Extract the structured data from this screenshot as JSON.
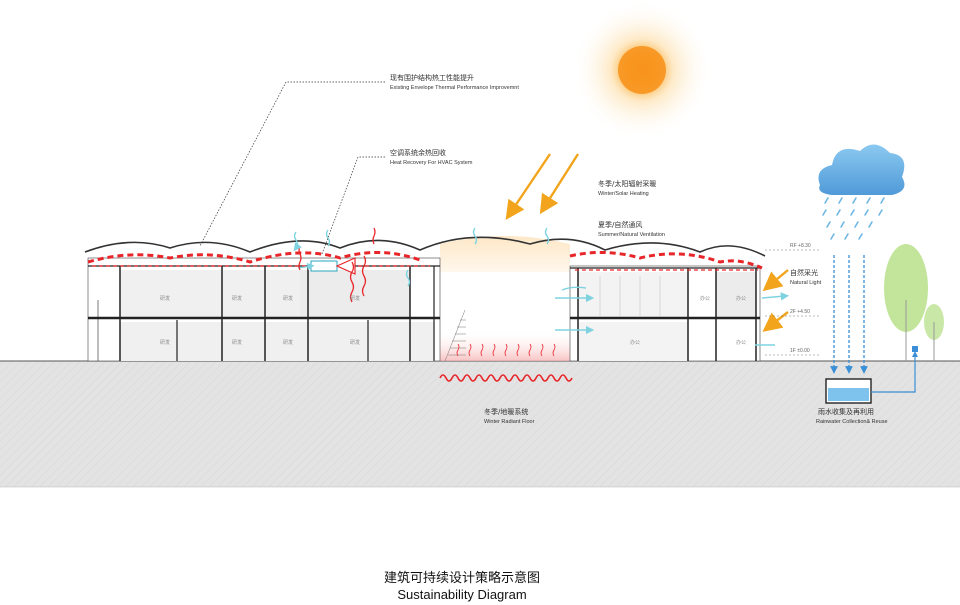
{
  "labels": {
    "envelope_cn": "现有围护结构热工性能提升",
    "envelope_en": "Existing Envelope Thermal Performance Improvemnt",
    "hvac_cn": "空调系统余热回收",
    "hvac_en": "Heat  Recovery For HVAC System",
    "solar_cn": "冬季/太阳辐射采暖",
    "solar_en": "Winter/Solar Heating",
    "vent_cn": "夏季/自然通风",
    "vent_en": "Summer/Natural Ventilation",
    "light_cn": "自然采光",
    "light_en": "Natural Light",
    "floor_cn": "冬季/地暖系统",
    "floor_en": "Winter Radiant Floor",
    "rain_cn": "雨水收集及再利用",
    "rain_en": "Rainwater  Collection& Reuse"
  },
  "levels": [
    "RF +8.30",
    "2F +4.50",
    "1F ±0.00"
  ],
  "rooms": {
    "rd": "研发",
    "office": "办公"
  },
  "caption": {
    "cn": "建筑可持续设计策略示意图",
    "en": "Sustainability Diagram"
  },
  "colors": {
    "ground": "#e4e4e4",
    "roof_insulation": "#e8262a",
    "air_flow": "#7fd3e0",
    "sun": "#fbae3a",
    "arrows": "#f2a51c",
    "rain": "#3a8fd6",
    "tree": "#b7e08a"
  }
}
